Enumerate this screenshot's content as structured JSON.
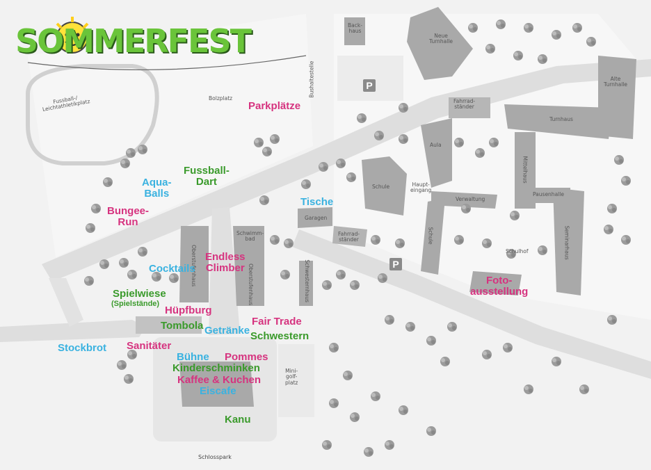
{
  "title": "SOMMERFEST",
  "map": {
    "colors": {
      "pink": "#d6337f",
      "blue": "#3ab2e0",
      "green": "#3a9a2b",
      "building": "#a9a9a9",
      "grass": "#f4f4f4",
      "road": "#dcdcdc",
      "tree": "#9b9b9b"
    },
    "events": [
      {
        "id": "parkplaetze",
        "text": "Parkplätze",
        "color": "pink"
      },
      {
        "id": "fussball-dart",
        "text": "Fussball-\nDart",
        "color": "green"
      },
      {
        "id": "aqua-balls",
        "text": "Aqua-\nBalls",
        "color": "blue"
      },
      {
        "id": "bungee-run",
        "text": "Bungee-\nRun",
        "color": "pink"
      },
      {
        "id": "tische",
        "text": "Tische",
        "color": "blue"
      },
      {
        "id": "endless-climber",
        "text": "Endless\nClimber",
        "color": "pink"
      },
      {
        "id": "cocktails",
        "text": "Cocktails",
        "color": "blue"
      },
      {
        "id": "spielwiese",
        "text": "Spielwiese",
        "color": "green"
      },
      {
        "id": "spielstaende",
        "text": "(Spielstände)",
        "color": "green"
      },
      {
        "id": "huepfburg",
        "text": "Hüpfburg",
        "color": "pink"
      },
      {
        "id": "tombola",
        "text": "Tombola",
        "color": "green"
      },
      {
        "id": "getraenke",
        "text": "Getränke",
        "color": "blue"
      },
      {
        "id": "fair-trade",
        "text": "Fair Trade",
        "color": "pink"
      },
      {
        "id": "schwestern",
        "text": "Schwestern",
        "color": "green"
      },
      {
        "id": "stockbrot",
        "text": "Stockbrot",
        "color": "blue"
      },
      {
        "id": "sanitaeter",
        "text": "Sanitäter",
        "color": "pink"
      },
      {
        "id": "buehne",
        "text": "Bühne",
        "color": "blue"
      },
      {
        "id": "pommes",
        "text": "Pommes",
        "color": "pink"
      },
      {
        "id": "kinderschminken",
        "text": "Kinderschminken",
        "color": "green"
      },
      {
        "id": "kaffee-kuchen",
        "text": "Kaffee & Kuchen",
        "color": "pink"
      },
      {
        "id": "eiscafe",
        "text": "Eiscafe",
        "color": "blue"
      },
      {
        "id": "kanu",
        "text": "Kanu",
        "color": "green"
      },
      {
        "id": "foto-ausstellung",
        "text": "Foto-\nausstellung",
        "color": "pink"
      }
    ],
    "places": [
      {
        "id": "sportplatz",
        "text": "Fussball-/\nLeichtathletikplatz"
      },
      {
        "id": "bolzplatz",
        "text": "Bolzplatz"
      },
      {
        "id": "backhaus",
        "text": "Back-\nhaus"
      },
      {
        "id": "neue-turnhalle",
        "text": "Neue\nTurnhalle"
      },
      {
        "id": "bushaltestelle",
        "text": "Bushaltestelle"
      },
      {
        "id": "fahrradstaender-1",
        "text": "Fahrrad-\nständer"
      },
      {
        "id": "turnhaus",
        "text": "Turnhaus"
      },
      {
        "id": "alte-turnhalle",
        "text": "Alte\nTurnhalle"
      },
      {
        "id": "aula",
        "text": "Aula"
      },
      {
        "id": "schule-1",
        "text": "Schule"
      },
      {
        "id": "haupteingang",
        "text": "Haupt-\neingang"
      },
      {
        "id": "verwaltung",
        "text": "Verwaltung"
      },
      {
        "id": "mittelhaus",
        "text": "Mittelhaus"
      },
      {
        "id": "pausenhalle",
        "text": "Pausenhalle"
      },
      {
        "id": "garagen",
        "text": "Garagen"
      },
      {
        "id": "fahrradstaender-2",
        "text": "Fahrrad-\nständer"
      },
      {
        "id": "schule-2",
        "text": "Schule"
      },
      {
        "id": "schulhof",
        "text": "Schulhof"
      },
      {
        "id": "seminarhaus",
        "text": "Seminarhaus"
      },
      {
        "id": "schwimmbad",
        "text": "Schwimm-\nbad"
      },
      {
        "id": "oberstufenhaus-1",
        "text": "Oberstufenhaus"
      },
      {
        "id": "oberstufenhaus-2",
        "text": "Oberstufenhaus"
      },
      {
        "id": "schwesternhaus",
        "text": "Schwesternhaus"
      },
      {
        "id": "minigolfplatz",
        "text": "Mini-\ngolf-\nplatz"
      },
      {
        "id": "schlosspark",
        "text": "Schlosspark"
      }
    ],
    "parking_sign": "P"
  }
}
